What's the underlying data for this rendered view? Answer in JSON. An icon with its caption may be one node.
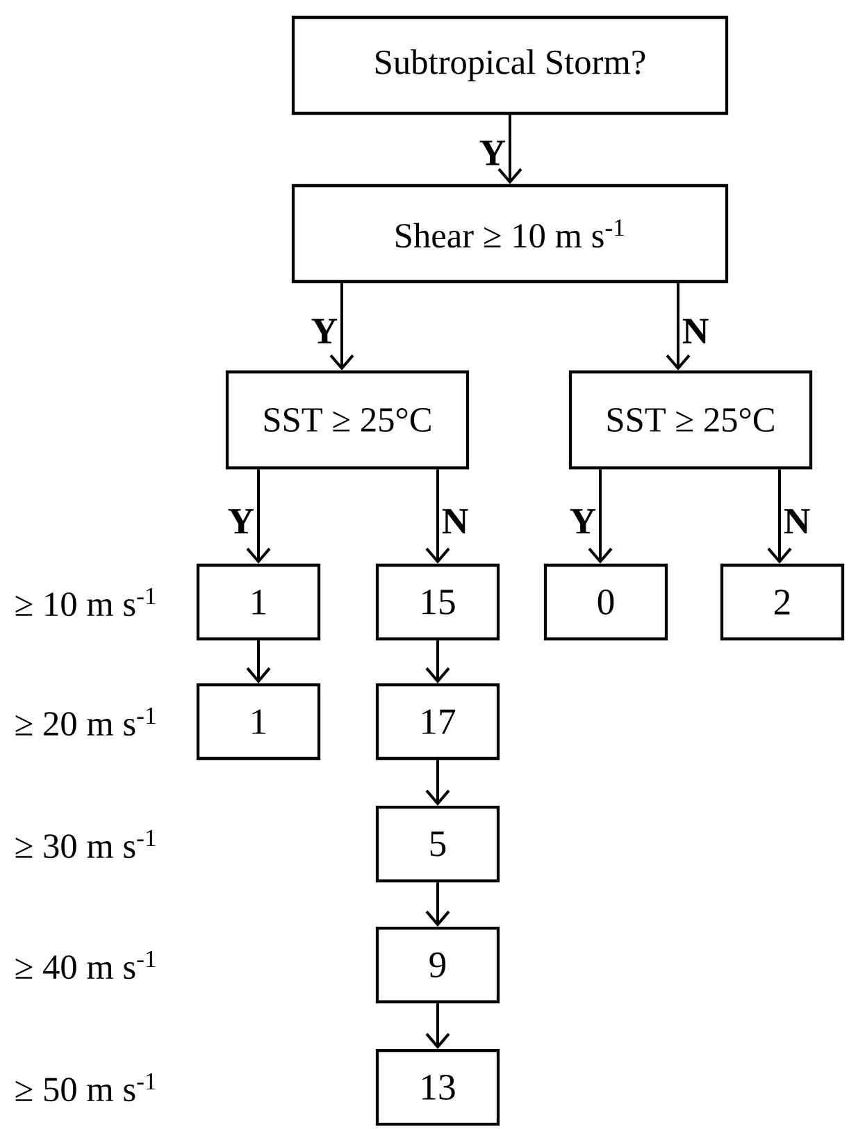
{
  "diagram": {
    "nodes": [
      {
        "text": [
          "Subtropical Storm?"
        ]
      },
      {
        "text": [
          "Shear ≥ 10 m s$^{-1}$"
        ]
      },
      {
        "text": [
          "SST ≥ 25°C"
        ]
      },
      {
        "text": [
          "SST ≥ 25°C"
        ]
      },
      {
        "text": [
          "1"
        ]
      },
      {
        "text": [
          "15"
        ]
      },
      {
        "text": [
          "0"
        ]
      },
      {
        "text": [
          "2"
        ]
      },
      {
        "text": [
          "1"
        ]
      },
      {
        "text": [
          "17"
        ]
      },
      {
        "text": [
          "5"
        ]
      },
      {
        "text": [
          "9"
        ]
      },
      {
        "text": [
          "13"
        ]
      }
    ],
    "edges": [
      {
        "from": 0,
        "to": 1,
        "arrow": "to",
        "label": "Y"
      },
      {
        "from": 1,
        "to": 2,
        "arrow": "to",
        "label": "Y"
      },
      {
        "from": 1,
        "to": 3,
        "arrow": "to",
        "label": "N"
      },
      {
        "from": 2,
        "to": 4,
        "arrow": "to",
        "label": "Y"
      },
      {
        "from": 2,
        "to": 5,
        "arrow": "to",
        "label": "N"
      },
      {
        "from": 3,
        "to": 6,
        "arrow": "to",
        "label": "Y"
      },
      {
        "from": 3,
        "to": 7,
        "arrow": "to",
        "label": "N"
      },
      {
        "from": 4,
        "to": 8,
        "arrow": "to"
      },
      {
        "from": 5,
        "to": 9,
        "arrow": "to"
      },
      {
        "from": 9,
        "to": 10,
        "arrow": "to"
      },
      {
        "from": 10,
        "to": 11,
        "arrow": "to"
      },
      {
        "from": 11,
        "to": 12,
        "arrow": "to"
      }
    ],
    "labels": [
      "≥ 10 m s$^{-1}$",
      "≥ 20 m s$^{-1}$",
      "≥ 30 m s$^{-1}$",
      "≥ 40 m s$^{-1}$",
      "≥ 50 m s$^{-1}$"
    ]
  }
}
